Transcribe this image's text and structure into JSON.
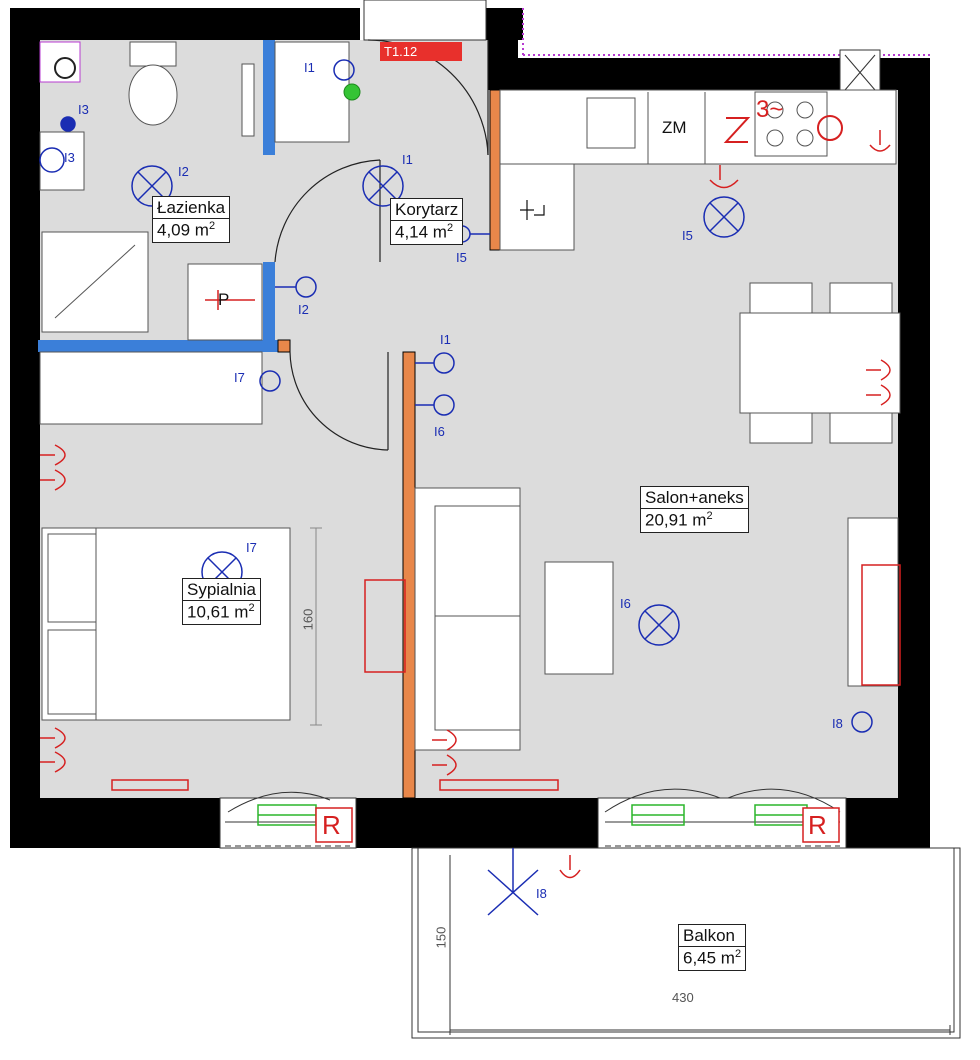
{
  "unit_code": "T1.12",
  "rooms": {
    "lazienka": {
      "name": "Łazienka",
      "area": "4,09 m",
      "unit_sup": "2"
    },
    "korytarz": {
      "name": "Korytarz",
      "area": "4,14 m",
      "unit_sup": "2"
    },
    "sypialnia": {
      "name": "Sypialnia",
      "area": "10,61 m",
      "unit_sup": "2"
    },
    "salon": {
      "name": "Salon+aneks",
      "area": "20,91 m",
      "unit_sup": "2"
    },
    "balkon": {
      "name": "Balkon",
      "area": "6,45 m",
      "unit_sup": "2"
    }
  },
  "fixtures": {
    "zm": "ZM",
    "p": "P",
    "hob": "3~",
    "radiator_r1": "R",
    "radiator_r2": "R"
  },
  "dimensions": {
    "bed_length": "160",
    "balcony_depth": "150",
    "balcony_width": "430"
  },
  "light_tags": {
    "i1_top": "I1",
    "i1_korytarz": "I1",
    "i1_switch": "I1",
    "i2_lamp": "I2",
    "i2_switch": "I2",
    "i3_a": "I3",
    "i3_b": "I3",
    "i5_lamp": "I5",
    "i5_switch": "I5",
    "i6_switch": "I6",
    "i6_lamp": "I6",
    "i7_switch": "I7",
    "i7_lamp": "I7",
    "i8_switch": "I8",
    "i8_balcony": "I8"
  },
  "colors": {
    "wall": "#000000",
    "floor": "#dcdcdc",
    "bathroom_wall": "#3b7fd9",
    "partition": "#e8874a",
    "electric_blue": "#1a2db3",
    "socket_red": "#d62020",
    "unit_badge": "#e8302c"
  }
}
